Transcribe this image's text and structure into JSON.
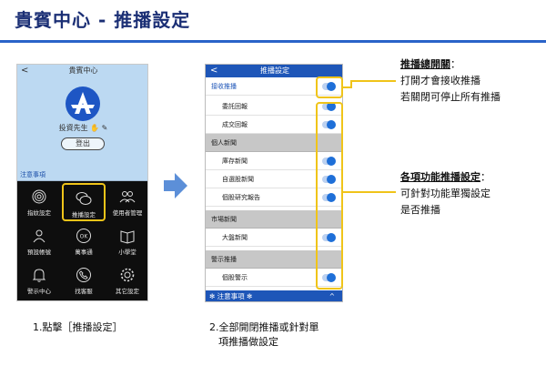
{
  "page": {
    "title": "貴賓中心 - 推播設定"
  },
  "phone1": {
    "header": "貴賓中心",
    "back": "<",
    "user_name": "投資先生",
    "logout": "登出",
    "notice": "注意事項",
    "grid": [
      {
        "label": "指紋設定",
        "icon": "fingerprint-icon"
      },
      {
        "label": "推播設定",
        "icon": "chat-bubbles-icon",
        "highlight": true
      },
      {
        "label": "使用者管理",
        "icon": "users-icon"
      },
      {
        "label": "預設帳號",
        "icon": "person-icon"
      },
      {
        "label": "萬事通",
        "icon": "ok-icon"
      },
      {
        "label": "小學堂",
        "icon": "book-icon"
      },
      {
        "label": "警示中心",
        "icon": "bell-icon"
      },
      {
        "label": "找客服",
        "icon": "phone-icon"
      },
      {
        "label": "其它設定",
        "icon": "gear-icon"
      }
    ],
    "highlight_color": "#f0c419"
  },
  "phone2": {
    "header": "推播設定",
    "back": "<",
    "rows": [
      {
        "label": "接收推播",
        "kind": "master",
        "toggle": true
      },
      {
        "label": "委託回報",
        "kind": "item",
        "toggle": true
      },
      {
        "label": "成交回報",
        "kind": "item",
        "toggle": true
      },
      {
        "label": "個人新聞",
        "kind": "section"
      },
      {
        "label": "庫存新聞",
        "kind": "item",
        "toggle": true
      },
      {
        "label": "自選股新聞",
        "kind": "item",
        "toggle": true
      },
      {
        "label": "個股研究報告",
        "kind": "item",
        "toggle": true
      },
      {
        "label": "市場新聞",
        "kind": "section"
      },
      {
        "label": "大盤新聞",
        "kind": "item",
        "toggle": true
      },
      {
        "label": "警示推播",
        "kind": "section"
      },
      {
        "label": "個股警示",
        "kind": "item",
        "toggle": true
      }
    ],
    "footer": "✻ 注意事項 ✻",
    "footer_arrow": "^",
    "accent": "#1e56b8"
  },
  "annotations": {
    "master_title": "推播總開關",
    "master_colon": "：",
    "master_line1": "打開才會接收推播",
    "master_line2": "若關閉可停止所有推播",
    "each_title": "各項功能推播設定",
    "each_colon": "：",
    "each_line1": "可針對功能單獨設定",
    "each_line2": "是否推播"
  },
  "steps": {
    "step1": "1.點擊［推播設定］",
    "step2_line1": "2.全部開閉推播或針對單",
    "step2_line2": "項推播做設定"
  }
}
